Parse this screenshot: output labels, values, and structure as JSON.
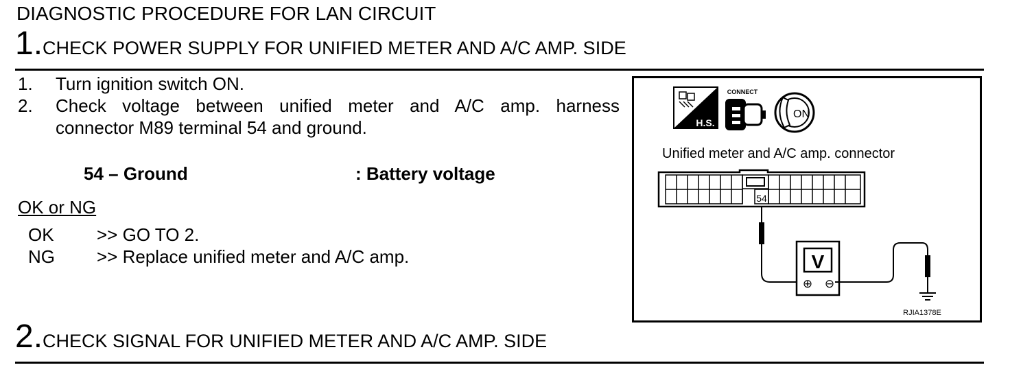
{
  "document": {
    "title": "DIAGNOSTIC PROCEDURE FOR LAN CIRCUIT"
  },
  "step1": {
    "number": "1.",
    "heading": "CHECK POWER SUPPLY FOR UNIFIED METER AND A/C AMP. SIDE",
    "items": [
      {
        "num": "1.",
        "text": "Turn ignition switch ON."
      },
      {
        "num": "2.",
        "text_line1": "Check voltage between unified meter and A/C amp. harness",
        "text_line2": "connector M89 terminal 54 and ground."
      }
    ],
    "spec": {
      "label": "54 – Ground",
      "value": ": Battery voltage"
    },
    "result_heading": "OK or NG",
    "results": [
      {
        "status": "OK",
        "action": ">> GO TO 2."
      },
      {
        "status": "NG",
        "action": ">> Replace unified meter and A/C amp."
      }
    ]
  },
  "step2": {
    "number": "2.",
    "heading": "CHECK SIGNAL FOR UNIFIED METER AND A/C AMP. SIDE"
  },
  "figure": {
    "connect_label": "CONNECT",
    "hs_label": "H.S.",
    "on_label": "ON",
    "connector_label": "Unified meter and A/C amp. connector",
    "terminal": "54",
    "meter_label": "V",
    "plus_symbol": "⊕",
    "minus_symbol": "⊖",
    "code": "RJIA1378E",
    "icons": [
      "harness-side-icon",
      "connect-icon",
      "ignition-key-on-icon",
      "ground-symbol-icon"
    ]
  }
}
